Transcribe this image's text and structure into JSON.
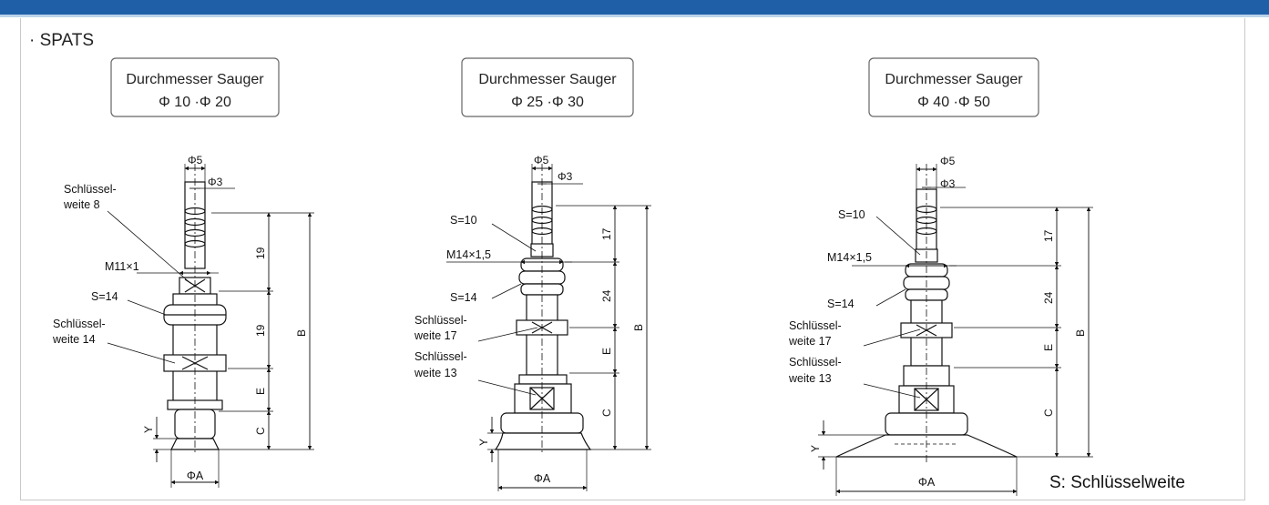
{
  "section_title": "· SPATS",
  "legend": "S: Schlüsselweite",
  "variants": [
    {
      "header_line1": "Durchmesser Sauger",
      "header_line2": "Φ 10 ·Φ 20",
      "labels": {
        "d_outer": "Φ5",
        "d_inner": "Φ3",
        "wrench_top_a": "Schlüssel-",
        "wrench_top_b": "weite 8",
        "thread": "M11×1",
        "s": "S=14",
        "wrench_bot_a": "Schlüssel-",
        "wrench_bot_b": "weite 14",
        "dim1": "19",
        "dim2": "19",
        "e": "E",
        "c": "C",
        "y": "Y",
        "b": "B",
        "a": "ΦA"
      }
    },
    {
      "header_line1": "Durchmesser Sauger",
      "header_line2": "Φ 25 ·Φ 30",
      "labels": {
        "d_outer": "Φ5",
        "d_inner": "Φ3",
        "s_top": "S=10",
        "thread": "M14×1,5",
        "s": "S=14",
        "wrench_mid_a": "Schlüssel-",
        "wrench_mid_b": "weite 17",
        "wrench_bot_a": "Schlüssel-",
        "wrench_bot_b": "weite 13",
        "dim1": "17",
        "dim2": "24",
        "e": "E",
        "c": "C",
        "y": "Y",
        "b": "B",
        "a": "ΦA"
      }
    },
    {
      "header_line1": "Durchmesser Sauger",
      "header_line2": "Φ 40 ·Φ 50",
      "labels": {
        "d_outer": "Φ5",
        "d_inner": "Φ3",
        "s_top": "S=10",
        "thread": "M14×1,5",
        "s": "S=14",
        "wrench_mid_a": "Schlüssel-",
        "wrench_mid_b": "weite 17",
        "wrench_bot_a": "Schlüssel-",
        "wrench_bot_b": "weite 13",
        "dim1": "17",
        "dim2": "24",
        "e": "E",
        "c": "C",
        "y": "Y",
        "b": "B",
        "a": "ΦA"
      }
    }
  ]
}
